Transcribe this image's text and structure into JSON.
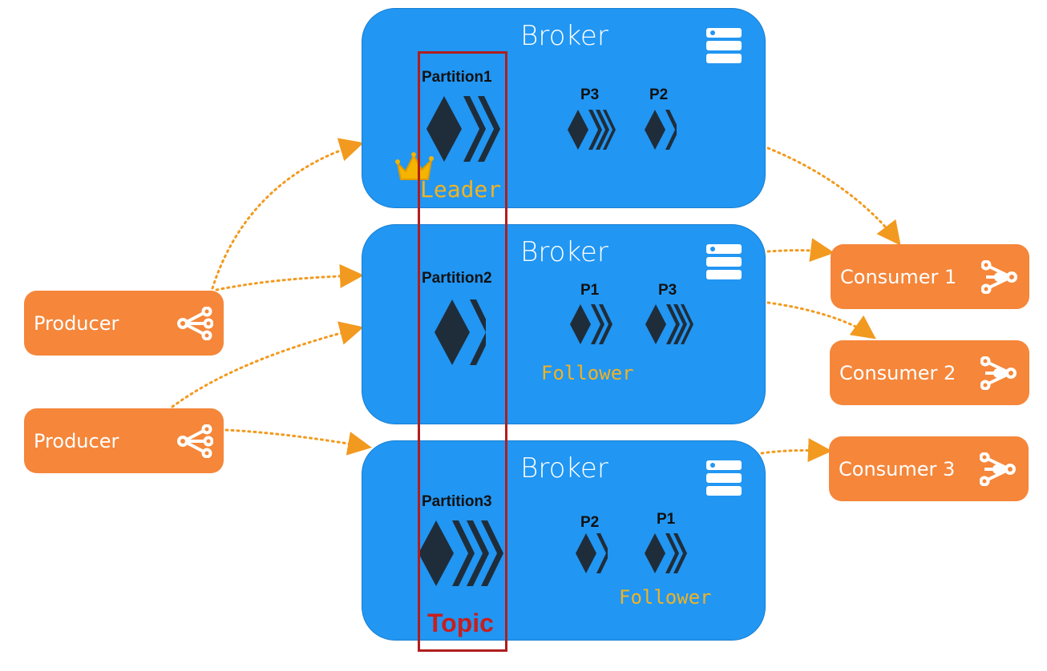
{
  "brokers": [
    {
      "title": "Broker",
      "partition": "Partition1",
      "replicas": [
        "P3",
        "P2"
      ],
      "role": "Leader"
    },
    {
      "title": "Broker",
      "partition": "Partition2",
      "replicas": [
        "P1",
        "P3"
      ],
      "role": "Follower"
    },
    {
      "title": "Broker",
      "partition": "Partition3",
      "replicas": [
        "P2",
        "P1"
      ],
      "role": "Follower"
    }
  ],
  "producers": [
    "Producer",
    "Producer"
  ],
  "consumers": [
    "Consumer 1",
    "Consumer 2",
    "Consumer 3"
  ],
  "topic_label": "Topic",
  "colors": {
    "broker": "#2196f3",
    "client": "#f5863a",
    "arrow": "#f29a1f",
    "topic_border": "#b01e1e",
    "role_text": "#f0b323"
  }
}
